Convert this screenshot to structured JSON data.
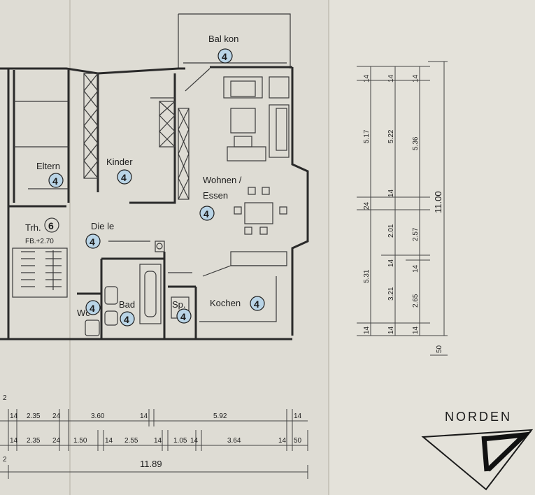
{
  "rooms": [
    {
      "id": "balkon",
      "name": "Bal kon",
      "number": "4"
    },
    {
      "id": "kinder",
      "name": "Kinder",
      "number": "4"
    },
    {
      "id": "eltern",
      "name": "Eltern",
      "number": "4"
    },
    {
      "id": "wohnen",
      "name": "Wohnen /",
      "name2": "Essen",
      "number": "4"
    },
    {
      "id": "diele",
      "name": "Die le",
      "number": "4"
    },
    {
      "id": "treppenhaus",
      "name": "Trh.",
      "number": "6",
      "note": "FB.+2.70"
    },
    {
      "id": "wc",
      "name": "Wc",
      "number": "4"
    },
    {
      "id": "bad",
      "name": "Bad",
      "number": "4"
    },
    {
      "id": "speisekammer",
      "name": "Sp.",
      "number": "4"
    },
    {
      "id": "kochen",
      "name": "Kochen",
      "number": "4"
    }
  ],
  "dims_right": {
    "col1": [
      "14",
      "5.17",
      "24",
      "5.31",
      "14"
    ],
    "col2": [
      "14",
      "5.22",
      "14",
      "2.01",
      "14",
      "3.21",
      "14"
    ],
    "col3": [
      "14",
      "5.36",
      "2.57",
      "14",
      "2.65",
      "14"
    ],
    "total": "11.00",
    "offset": "50"
  },
  "dims_bottom": {
    "row1": [
      "14",
      "2.35",
      "24",
      "3.60",
      "14",
      "5.92",
      "14"
    ],
    "row2": [
      "14",
      "2.35",
      "24",
      "1.50",
      "14",
      "2.55",
      "14",
      "1.05",
      "14",
      "3.64",
      "14",
      "50"
    ],
    "total": "11.89",
    "left_a": "2",
    "left_b": "2"
  },
  "north": {
    "label": "NORDEN"
  }
}
